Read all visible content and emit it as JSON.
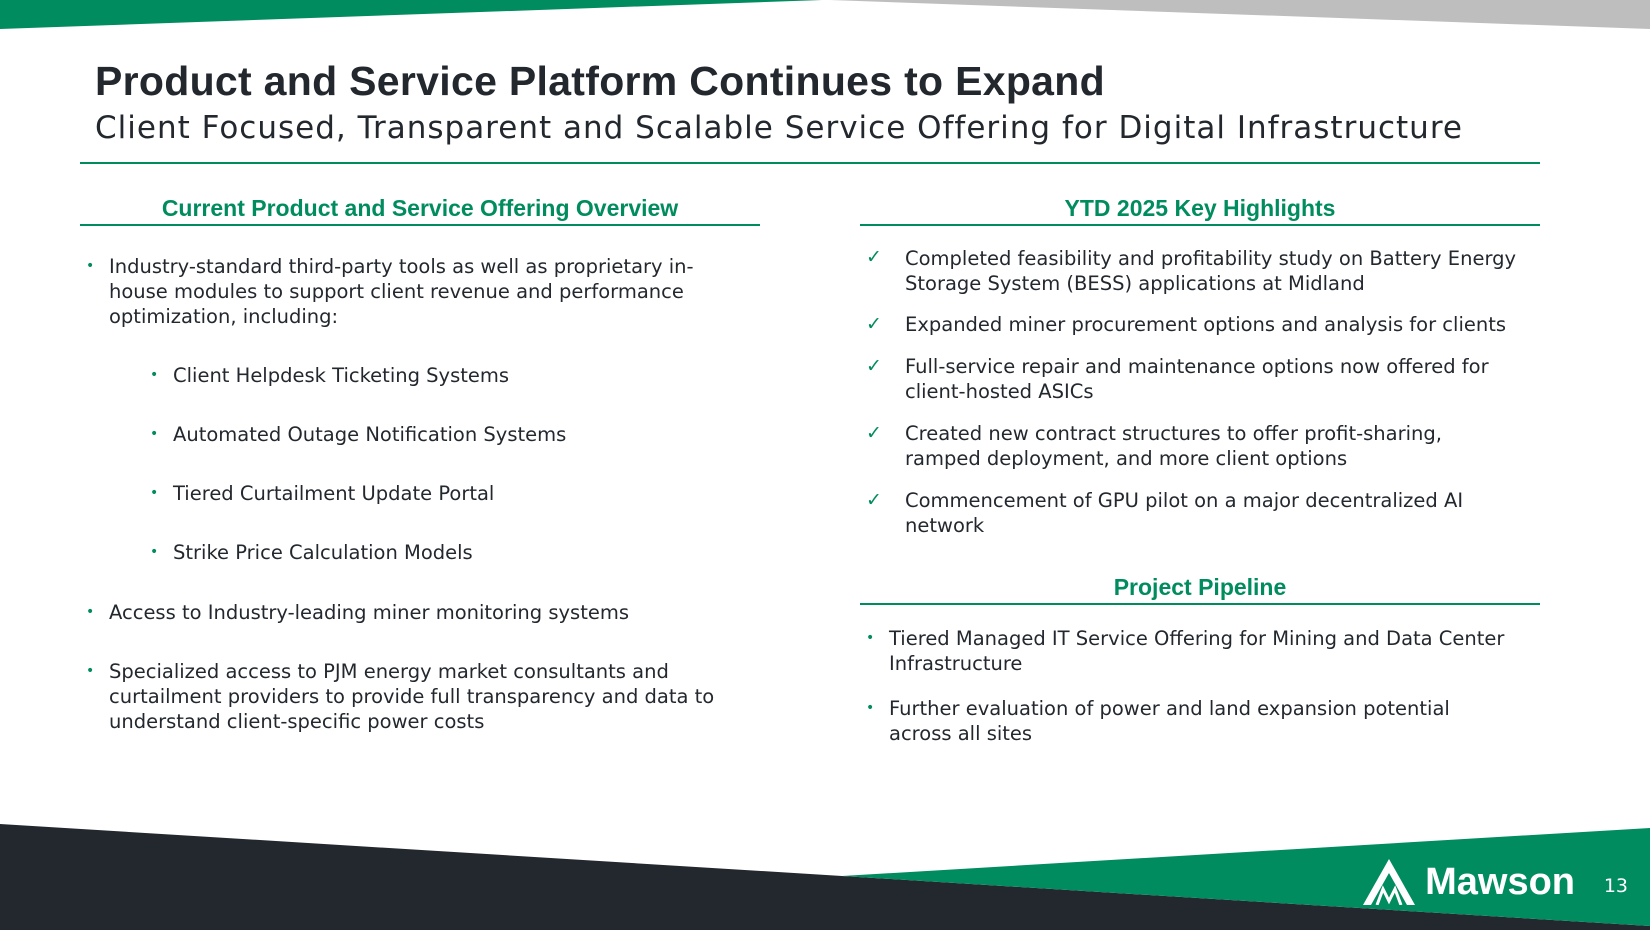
{
  "header": {
    "title": "Product and Service Platform Continues to Expand",
    "subtitle": "Client Focused, Transparent and Scalable Service Offering for Digital Infrastructure"
  },
  "left": {
    "heading": "Current Product and Service Offering Overview",
    "items": [
      {
        "text": "Industry-standard third-party tools as well as proprietary in-house modules to support client revenue and performance optimization, including:"
      },
      {
        "text": "Access to Industry-leading miner monitoring systems"
      },
      {
        "text": "Specialized access to PJM energy market consultants and curtailment providers to provide full transparency and data to understand client-specific power costs"
      }
    ],
    "subitems": [
      "Client Helpdesk Ticketing Systems",
      "Automated Outage Notification Systems",
      "Tiered Curtailment Update Portal",
      "Strike Price Calculation Models"
    ]
  },
  "highlights": {
    "heading": "YTD 2025 Key Highlights",
    "items": [
      "Completed feasibility and profitability study on Battery Energy Storage System (BESS) applications at Midland",
      "Expanded miner procurement options and analysis for clients",
      "Full-service repair and maintenance options now offered for client-hosted ASICs",
      "Created new contract structures to offer profit-sharing, ramped deployment, and more client options",
      "Commencement of GPU pilot on a major decentralized AI network"
    ]
  },
  "pipeline": {
    "heading": "Project Pipeline",
    "items": [
      "Tiered Managed IT Service Offering for Mining and Data Center Infrastructure",
      "Further evaluation of power and land expansion potential across all sites"
    ]
  },
  "footer": {
    "brand": "Mawson",
    "page": "13"
  },
  "colors": {
    "green": "#008c5f",
    "dark": "#23282f",
    "gray": "#bebebf"
  }
}
